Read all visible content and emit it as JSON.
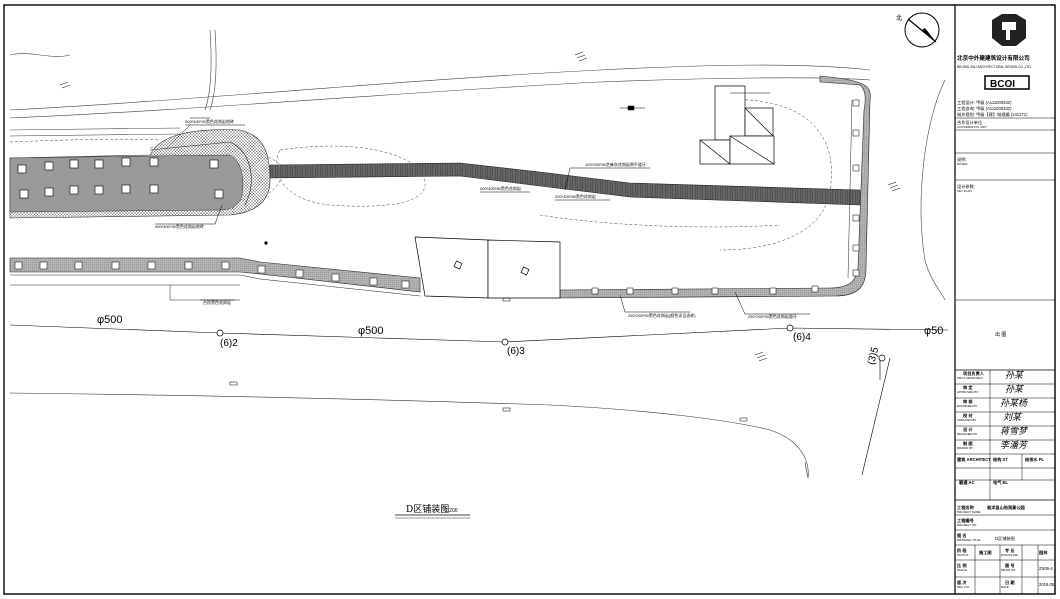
{
  "drawing": {
    "title": "D区铺装图",
    "scale": "1:200"
  },
  "pipe_labels": {
    "p1": "φ500",
    "p2": "φ500",
    "p3": "φ50",
    "m1": "(6)2",
    "m2": "(6)3",
    "m3": "(6)4",
    "m4": "(3)5"
  },
  "callouts": {
    "c1": "200*400*30黑色花岗岩地砖",
    "c2": "400*400*30黑色花岗岩地砖",
    "c3": "120*250*50芝麻灰花岗岩侧平道牙",
    "c4": "200*400*50黑色花岗岩",
    "c5": "200*400*50黑色花岗岩",
    "c6": "250*250*50黑色花岗岩(颜色详见选样)",
    "c7": "250*250*50黑色花岗岩道牙",
    "c8": "台阶黑色花岗岩"
  },
  "title_block": {
    "company_cn": "北京中外建建筑设计有限公司",
    "company_en": "BEIJING ZWJ ARCHITECTURAL DESIGN CO.,LTD.",
    "brand": "BCOI",
    "cert1": "工程设计: 甲级 (A111000332)",
    "cert2": "工程咨询: 甲级 (A111000332)",
    "cert3": "城乡规划: 甲级【建】城规编 (141271)",
    "cooperation": "合作设计单位",
    "cooperation_en": "COOPERATION UNIT",
    "notes": "说明:",
    "notes_en": "NOTES",
    "legend": "设计参数:",
    "legend_en": "KEY PLAN",
    "stamp": "出 图",
    "roles": [
      {
        "cn": "项目负责人",
        "en": "PROJ.ARCHITECT",
        "sig": "孙某"
      },
      {
        "cn": "审 定",
        "en": "APPROVED BY",
        "sig": "孙某"
      },
      {
        "cn": "审 核",
        "en": "EXAMINED BY",
        "sig": "孙某杨"
      },
      {
        "cn": "校 对",
        "en": "CHECKED BY",
        "sig": "刘某"
      },
      {
        "cn": "设 计",
        "en": "DESIGNED BY",
        "sig": "蒋雪梦"
      },
      {
        "cn": "制 图",
        "en": "DRAWN BY",
        "sig": "李潘芳"
      }
    ],
    "disciplines1": [
      "建筑 ARCHITECT",
      "结构 ST",
      "给排水 PL"
    ],
    "disciplines2": [
      "暖通 AC",
      "电气 EL"
    ],
    "project_label": "工程名称",
    "project_label_en": "PROJECT NAME",
    "project_name": "临沭县山地观景公园",
    "project_no_label": "工程编号",
    "project_no_en": "PROJECT NO.",
    "drawing_title_label": "图 名",
    "drawing_title_en": "DRAWING TITLE",
    "drawing_title": "D区铺装图",
    "stage_label": "阶 段",
    "stage_en": "STATUS",
    "stage": "施工图",
    "discipline_label": "专 业",
    "discipline_en": "DISCIPLINE",
    "discipline": "园林",
    "scale_label": "比 例",
    "scale_en": "SCALE",
    "drawing_no_label": "图 号",
    "drawing_no_en": "DRAW NO.",
    "drawing_no": "ZS06-4",
    "version_label": "版 次",
    "version_en": "REV. NO.",
    "date_label": "日 期",
    "date_en": "DATE",
    "date": "2018.05"
  }
}
